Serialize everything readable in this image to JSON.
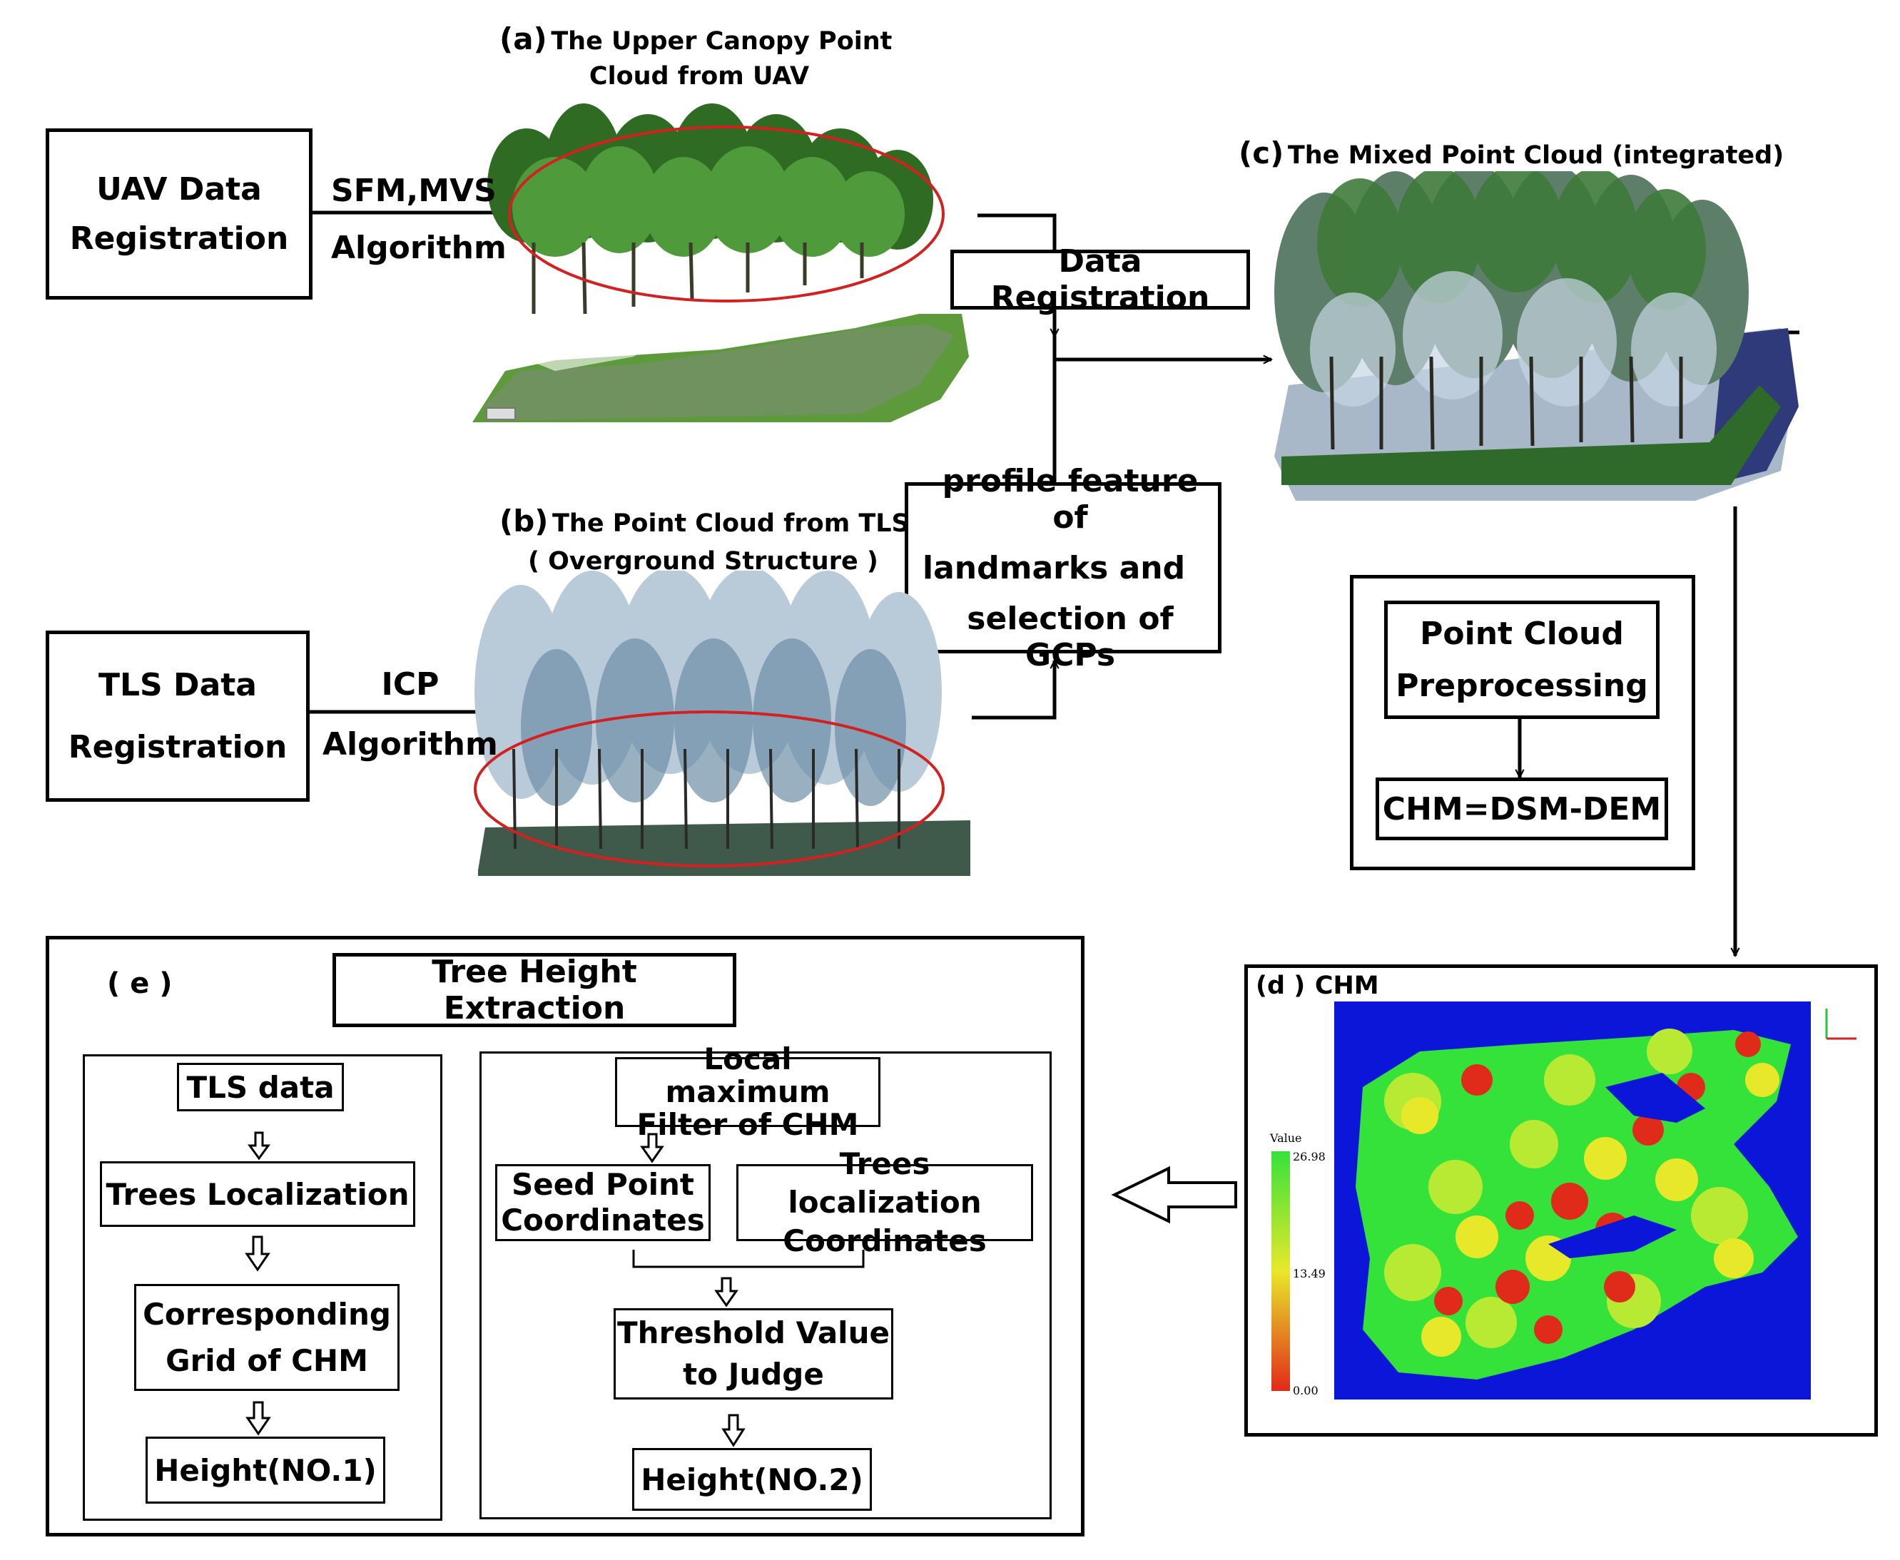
{
  "panel_a": {
    "tag": "(a)",
    "line1": "The Upper Canopy Point",
    "line2": "Cloud from UAV"
  },
  "panel_b": {
    "tag": "(b)",
    "line1": "The Point Cloud  from TLS",
    "line2": "( Overground Structure )"
  },
  "panel_c": {
    "tag": "(c)",
    "line1": "The Mixed Point Cloud  (integrated)"
  },
  "panel_d": {
    "tag": "(d )",
    "line1": "CHM"
  },
  "panel_e": {
    "tag": "( e )"
  },
  "uav_box": {
    "line1": "UAV Data",
    "line2": "Registration"
  },
  "uav_algo": {
    "line1": "SFM,MVS",
    "line2": "Algorithm"
  },
  "tls_box": {
    "line1": "TLS Data",
    "line2": "Registration"
  },
  "tls_algo": {
    "line1": "ICP",
    "line2": "Algorithm"
  },
  "data_registration": "Data  Registration",
  "profile_box": {
    "line1": "profile feature of",
    "line2": "landmarks and",
    "line3": "selection of GCPs"
  },
  "preprocess_box": {
    "line1": "Point Cloud",
    "line2": "Preprocessing"
  },
  "chm_formula": "CHM=DSM-DEM",
  "tree_height_title": "Tree Height Extraction",
  "left_flow": {
    "tls_data": "TLS data",
    "trees_localization": "Trees Localization",
    "corresponding_line1": "Corresponding",
    "corresponding_line2": "Grid of CHM",
    "height1": "Height(NO.1)"
  },
  "right_flow": {
    "local_max_line1": "Local maximum",
    "local_max_line2": "Filter of CHM",
    "seed_line1": "Seed Point",
    "seed_line2": "Coordinates",
    "trees_loc_line1": "Trees localization",
    "trees_loc_line2": "Coordinates",
    "threshold_line1": "Threshold Value",
    "threshold_line2": "to Judge",
    "height2": "Height(NO.2)"
  },
  "chm_legend": {
    "title": "Value",
    "max": "26.98",
    "mid": "13.49",
    "min": "0.00"
  },
  "colors": {
    "canopy_green": "#3f8a2e",
    "tls_blue_white": "#9fb4c8",
    "ellipse_red": "#d32020",
    "chm_blue": "#0b16d8",
    "chm_green": "#35e23a",
    "chm_yellow": "#e8e82a",
    "chm_red": "#e02a1a"
  }
}
